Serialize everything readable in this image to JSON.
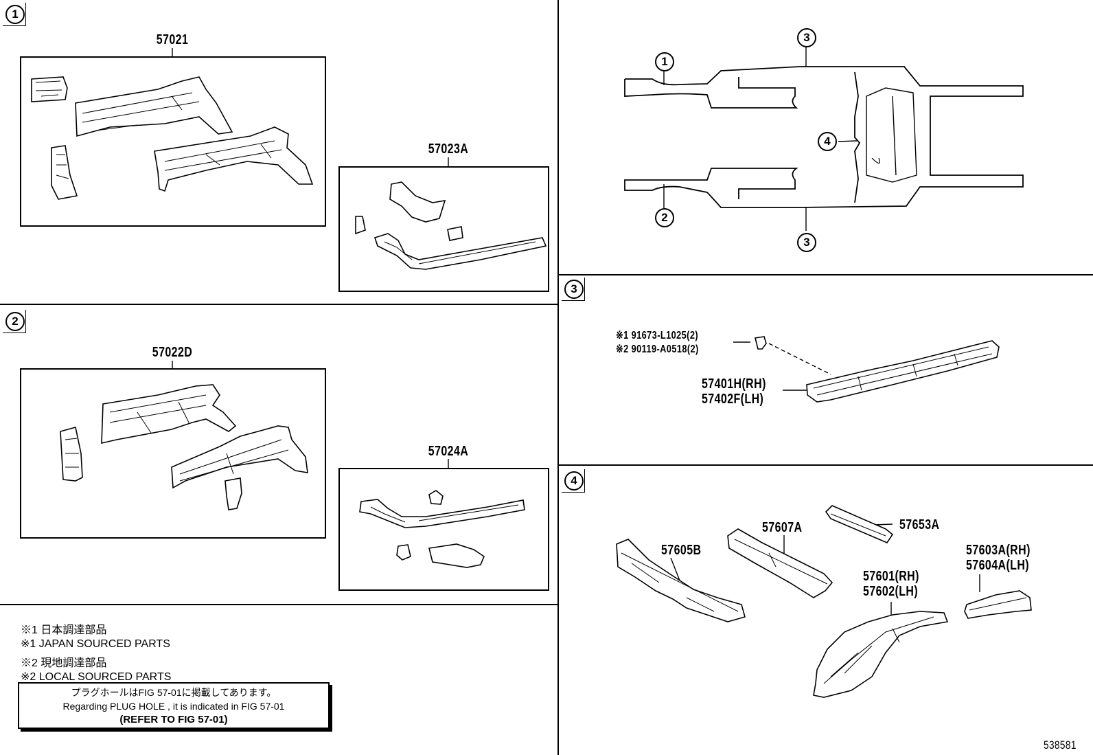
{
  "sections": {
    "s1": {
      "mark": "1"
    },
    "s2": {
      "mark": "2"
    },
    "s3": {
      "mark": "3"
    },
    "s4": {
      "mark": "4"
    }
  },
  "overview": {
    "callouts": [
      "1",
      "2",
      "3",
      "3",
      "4"
    ]
  },
  "parts": {
    "p57021": "57021",
    "p57023A": "57023A",
    "p57022D": "57022D",
    "p57024A": "57024A",
    "bolt1": "※1 91673-L1025(2)",
    "bolt2": "※2 90119-A0518(2)",
    "p57401H": "57401H(RH)",
    "p57402F": "57402F(LH)",
    "p57607A": "57607A",
    "p57653A": "57653A",
    "p57605B": "57605B",
    "p57603A": "57603A(RH)",
    "p57604A": "57604A(LH)",
    "p57601": "57601(RH)",
    "p57602": "57602(LH)"
  },
  "notes": {
    "n1": "※1 日本調達部品",
    "n2": "※1 JAPAN SOURCED PARTS",
    "n3": "※2 現地調達部品",
    "n4": "※2 LOCAL SOURCED PARTS"
  },
  "reference": {
    "line1": "プラグホールはFIG 57-01に掲載してあります。",
    "line2": "Regarding PLUG HOLE , it is indicated in FIG 57-01",
    "line3": "(REFER TO FIG 57-01)"
  },
  "figure_id": "538581"
}
